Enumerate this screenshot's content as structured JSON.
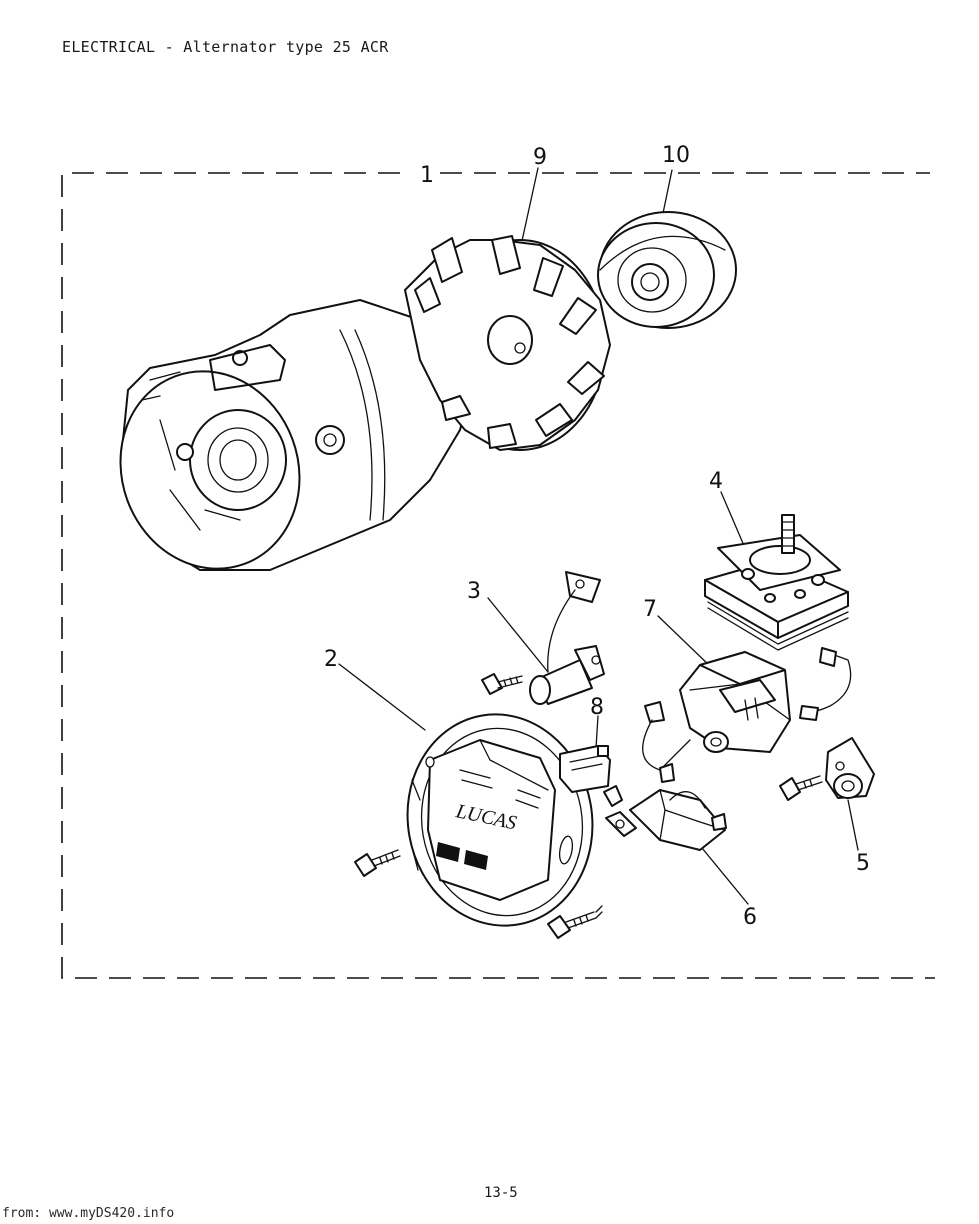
{
  "header": {
    "title": "ELECTRICAL - Alternator type 25 ACR"
  },
  "diagram": {
    "callouts": [
      "1",
      "2",
      "3",
      "4",
      "5",
      "6",
      "7",
      "8",
      "9",
      "10"
    ],
    "logo_text": "LUCAS"
  },
  "footer": {
    "page_number": "13-5",
    "source": "from: www.myDS420.info"
  }
}
